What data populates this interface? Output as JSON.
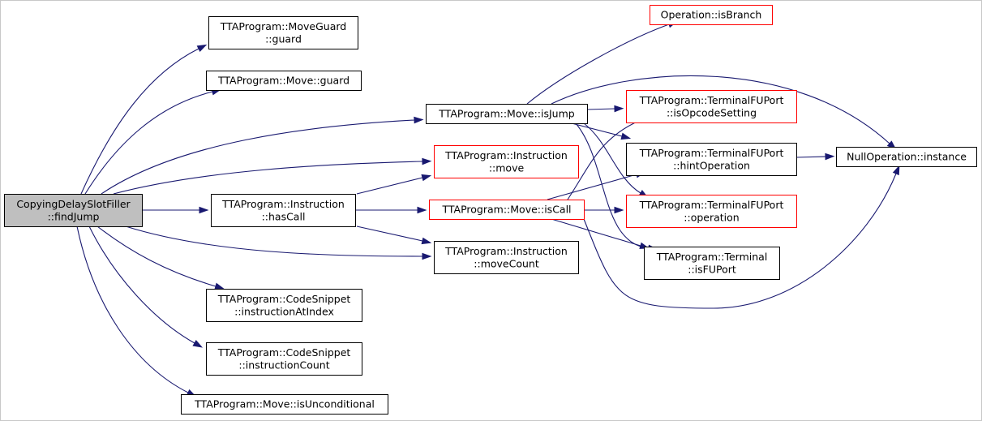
{
  "diagram": {
    "edge_color": "#191970",
    "nodes": [
      {
        "id": "findJump",
        "lines": [
          "CopyingDelaySlotFiller",
          "::findJump"
        ],
        "style": "focus",
        "fill": "#bfbfbf",
        "border": "#000000",
        "interactable": false
      },
      {
        "id": "moveGuardGuard",
        "lines": [
          "TTAProgram::MoveGuard",
          "::guard"
        ],
        "style": "normal",
        "fill": "#ffffff",
        "border": "#000000",
        "interactable": true
      },
      {
        "id": "moveGuard",
        "lines": [
          "TTAProgram::Move::guard"
        ],
        "style": "normal",
        "fill": "#ffffff",
        "border": "#000000",
        "interactable": true
      },
      {
        "id": "moveIsJump",
        "lines": [
          "TTAProgram::Move::isJump"
        ],
        "style": "normal",
        "fill": "#ffffff",
        "border": "#000000",
        "interactable": true
      },
      {
        "id": "instrMove",
        "lines": [
          "TTAProgram::Instruction",
          "::move"
        ],
        "style": "truncated",
        "fill": "#ffffff",
        "border": "#ff0000",
        "interactable": true
      },
      {
        "id": "instrHasCall",
        "lines": [
          "TTAProgram::Instruction",
          "::hasCall"
        ],
        "style": "normal",
        "fill": "#ffffff",
        "border": "#000000",
        "interactable": true
      },
      {
        "id": "moveIsCall",
        "lines": [
          "TTAProgram::Move::isCall"
        ],
        "style": "truncated",
        "fill": "#ffffff",
        "border": "#ff0000",
        "interactable": true
      },
      {
        "id": "instrMoveCount",
        "lines": [
          "TTAProgram::Instruction",
          "::moveCount"
        ],
        "style": "normal",
        "fill": "#ffffff",
        "border": "#000000",
        "interactable": true
      },
      {
        "id": "csInstrAtIndex",
        "lines": [
          "TTAProgram::CodeSnippet",
          "::instructionAtIndex"
        ],
        "style": "normal",
        "fill": "#ffffff",
        "border": "#000000",
        "interactable": true
      },
      {
        "id": "csInstrCount",
        "lines": [
          "TTAProgram::CodeSnippet",
          "::instructionCount"
        ],
        "style": "normal",
        "fill": "#ffffff",
        "border": "#000000",
        "interactable": true
      },
      {
        "id": "moveIsUncond",
        "lines": [
          "TTAProgram::Move::isUnconditional"
        ],
        "style": "normal",
        "fill": "#ffffff",
        "border": "#000000",
        "interactable": true
      },
      {
        "id": "opIsBranch",
        "lines": [
          "Operation::isBranch"
        ],
        "style": "truncated",
        "fill": "#ffffff",
        "border": "#ff0000",
        "interactable": true
      },
      {
        "id": "tfuIsOpcode",
        "lines": [
          "TTAProgram::TerminalFUPort",
          "::isOpcodeSetting"
        ],
        "style": "truncated",
        "fill": "#ffffff",
        "border": "#ff0000",
        "interactable": true
      },
      {
        "id": "tfuHintOp",
        "lines": [
          "TTAProgram::TerminalFUPort",
          "::hintOperation"
        ],
        "style": "normal",
        "fill": "#ffffff",
        "border": "#000000",
        "interactable": true
      },
      {
        "id": "tfuOperation",
        "lines": [
          "TTAProgram::TerminalFUPort",
          "::operation"
        ],
        "style": "truncated",
        "fill": "#ffffff",
        "border": "#ff0000",
        "interactable": true
      },
      {
        "id": "termIsFUPort",
        "lines": [
          "TTAProgram::Terminal",
          "::isFUPort"
        ],
        "style": "normal",
        "fill": "#ffffff",
        "border": "#000000",
        "interactable": true
      },
      {
        "id": "nullOpInstance",
        "lines": [
          "NullOperation::instance"
        ],
        "style": "normal",
        "fill": "#ffffff",
        "border": "#000000",
        "interactable": true
      }
    ],
    "edges": [
      {
        "from": "findJump",
        "to": "moveGuardGuard"
      },
      {
        "from": "findJump",
        "to": "moveGuard"
      },
      {
        "from": "findJump",
        "to": "moveIsJump"
      },
      {
        "from": "findJump",
        "to": "instrMove"
      },
      {
        "from": "findJump",
        "to": "instrHasCall"
      },
      {
        "from": "findJump",
        "to": "instrMoveCount"
      },
      {
        "from": "findJump",
        "to": "csInstrAtIndex"
      },
      {
        "from": "findJump",
        "to": "csInstrCount"
      },
      {
        "from": "findJump",
        "to": "moveIsUncond"
      },
      {
        "from": "moveIsJump",
        "to": "opIsBranch"
      },
      {
        "from": "moveIsJump",
        "to": "nullOpInstance"
      },
      {
        "from": "moveIsJump",
        "to": "tfuIsOpcode"
      },
      {
        "from": "moveIsJump",
        "to": "tfuHintOp"
      },
      {
        "from": "moveIsJump",
        "to": "tfuOperation"
      },
      {
        "from": "moveIsJump",
        "to": "termIsFUPort"
      },
      {
        "from": "instrHasCall",
        "to": "instrMove"
      },
      {
        "from": "instrHasCall",
        "to": "moveIsCall"
      },
      {
        "from": "instrHasCall",
        "to": "instrMoveCount"
      },
      {
        "from": "moveIsCall",
        "to": "tfuIsOpcode"
      },
      {
        "from": "moveIsCall",
        "to": "tfuHintOp"
      },
      {
        "from": "moveIsCall",
        "to": "tfuOperation"
      },
      {
        "from": "moveIsCall",
        "to": "termIsFUPort"
      },
      {
        "from": "moveIsCall",
        "to": "nullOpInstance"
      },
      {
        "from": "tfuHintOp",
        "to": "nullOpInstance"
      }
    ]
  }
}
